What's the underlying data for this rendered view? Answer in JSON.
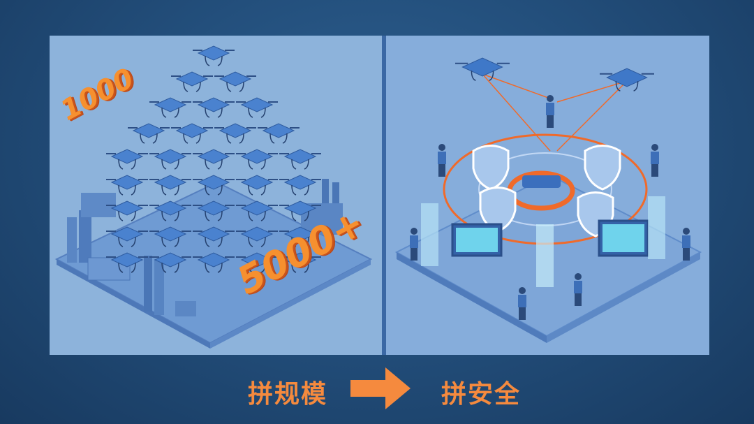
{
  "left_panel": {
    "label_small": "1000",
    "label_large": "5000+"
  },
  "captions": {
    "left": "拼规模",
    "right": "拼安全"
  },
  "colors": {
    "background": "#234f7c",
    "panel": "#8db3db",
    "accent_orange": "#f58a3e",
    "drone_blue": "#3f78c8"
  },
  "icons": {
    "arrow": "arrow-right-icon",
    "shield": "shield-icon",
    "drone": "drone-icon"
  }
}
